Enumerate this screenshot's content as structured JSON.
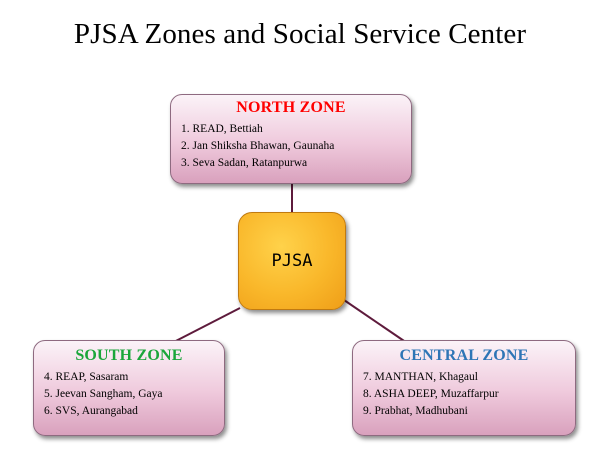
{
  "title": "PJSA Zones and Social Service Center",
  "center": {
    "label": "PJSA",
    "color": "#f9b72a"
  },
  "zones": {
    "north": {
      "title": "NORTH ZONE",
      "title_color": "#ff0000",
      "items": [
        "1. READ, Bettiah",
        "2. Jan Shiksha Bhawan, Gaunaha",
        "3. Seva Sadan, Ratanpurwa"
      ]
    },
    "south": {
      "title": "SOUTH ZONE",
      "title_color": "#1aa63a",
      "items": [
        "4. REAP, Sasaram",
        "5. Jeevan Sangham, Gaya",
        "6. SVS, Aurangabad"
      ]
    },
    "central": {
      "title": "CENTRAL ZONE",
      "title_color": "#2e75b6",
      "items": [
        "7. MANTHAN, Khagaul",
        "8. ASHA DEEP, Muzaffarpur",
        "9. Prabhat, Madhubani"
      ]
    }
  },
  "connector_color": "#5e1b3c"
}
